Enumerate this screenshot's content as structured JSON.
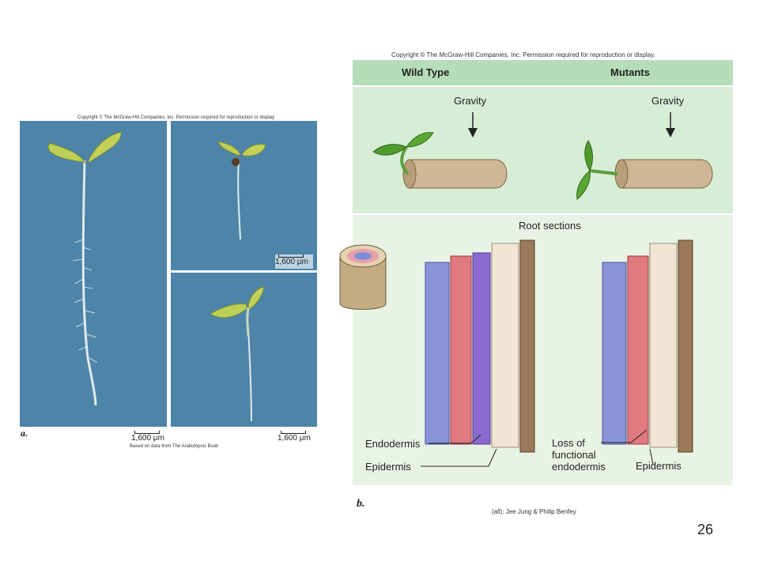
{
  "panel_a": {
    "copyright": "Copyright © The McGraw-Hill Companies, Inc. Permission required for reproduction or display",
    "letter": "a.",
    "scale_labels": [
      "1,600 μm",
      "1,600 μm",
      "1,600 μm"
    ],
    "credit": "Based on data from The Arabidopsis Book"
  },
  "panel_b": {
    "copyright": "Copyright © The McGraw-Hill Companies, Inc. Permission required for reproduction or display.",
    "header_wild": "Wild Type",
    "header_mutant": "Mutants",
    "gravity_1": "Gravity",
    "gravity_2": "Gravity",
    "root_sections": "Root sections",
    "endodermis": "Endodermis",
    "epidermis_1": "Epidermis",
    "loss_1": "Loss of",
    "loss_2": "functional",
    "loss_3": "endodermis",
    "epidermis_2": "Epidermis",
    "letter": "b.",
    "credit": "(all): Jee Jung & Philip Benfey"
  },
  "page_number": "26",
  "colors": {
    "photo_bg": "#4d84a8",
    "header_green": "#b5ddb8",
    "gravity_bg": "#d7edd6",
    "roots_bg": "#e8f3e6"
  }
}
